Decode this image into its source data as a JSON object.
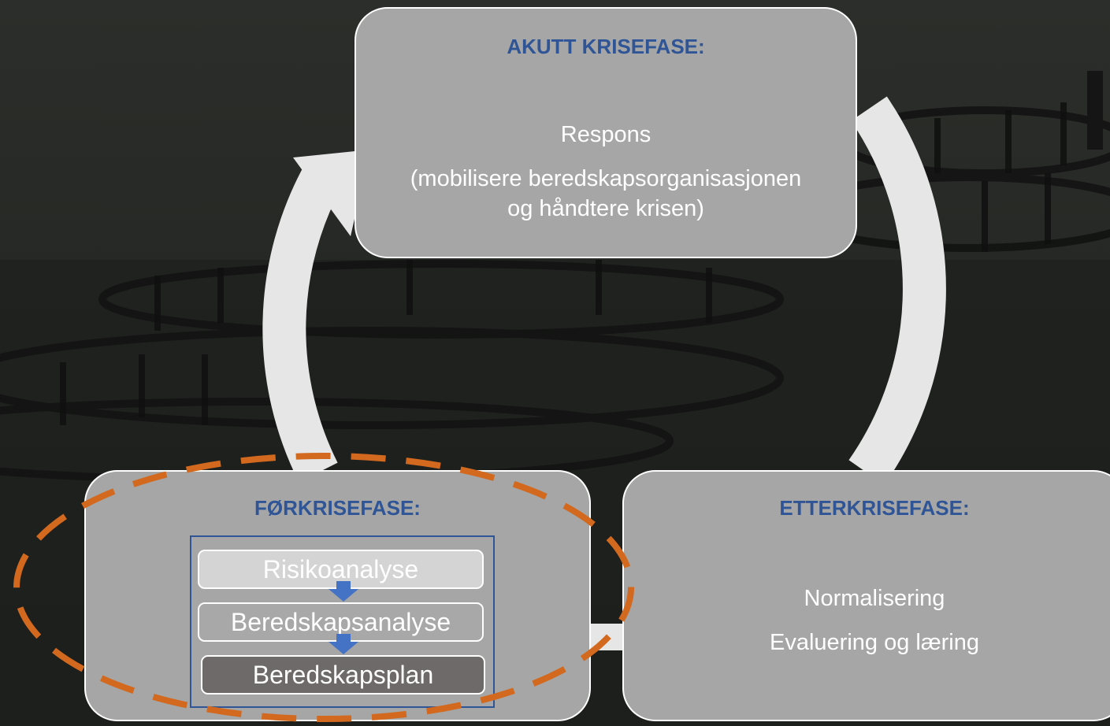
{
  "acute_phase": {
    "title": "AKUTT KRISEFASE:",
    "line1": "Respons",
    "line2": "(mobilisere beredskapsorganisasjonen",
    "line3": "og håndtere krisen)"
  },
  "pre_crisis_phase": {
    "title": "FØRKRISEFASE:",
    "steps": [
      "Risikoanalyse",
      "Beredskapsanalyse",
      "Beredskapsplan"
    ]
  },
  "post_crisis_phase": {
    "title": "ETTERKRISEFASE:",
    "line1": "Normalisering",
    "line2": "Evaluering og læring"
  },
  "colors": {
    "box_fill": "#a6a6a6",
    "title_text": "#2f5597",
    "cycle_arrow": "#e6e6e6",
    "dashed_highlight": "#d2691e",
    "step_arrow": "#4472c4"
  },
  "icons": {
    "cycle": "circular-arrow",
    "step_arrows": "down-arrow"
  }
}
